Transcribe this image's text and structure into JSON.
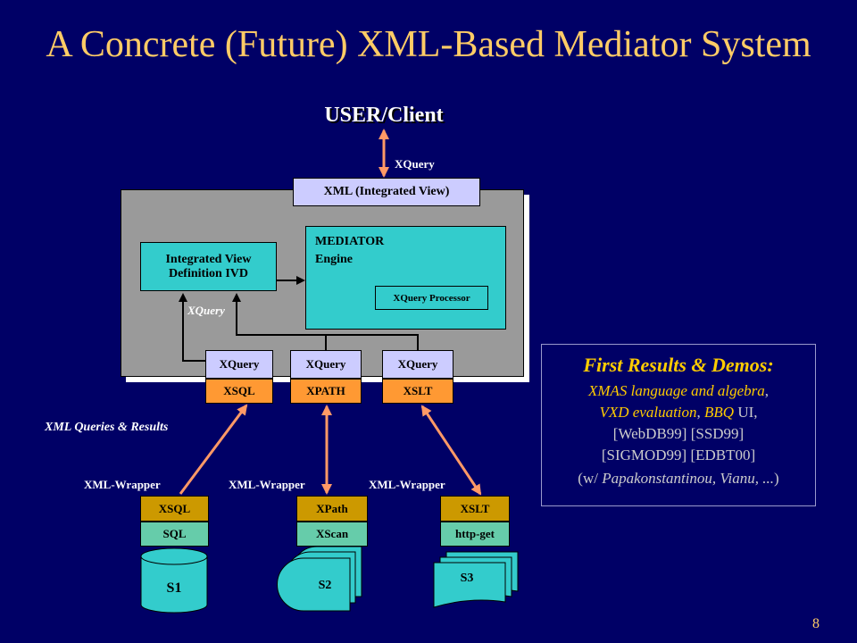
{
  "slide": {
    "title": "A Concrete (Future) XML-Based Mediator System",
    "page_number": "8"
  },
  "top": {
    "user_client": "USER/Client",
    "xquery_label": "XQuery",
    "xml_view": "XML (Integrated View)"
  },
  "mediator": {
    "ivd_line1": "Integrated View",
    "ivd_line2": "Definition IVD",
    "engine_line1": "MEDIATOR",
    "engine_line2": "Engine",
    "processor": "XQuery Processor",
    "xquery_italic": "XQuery",
    "sources": [
      {
        "top": "XQuery",
        "bottom": "XSQL"
      },
      {
        "top": "XQuery",
        "bottom": "XPATH"
      },
      {
        "top": "XQuery",
        "bottom": "XSLT"
      }
    ]
  },
  "links": {
    "queries_results": "XML Queries & Results",
    "wrapper_labels": [
      "XML-Wrapper",
      "XML-Wrapper",
      "XML-Wrapper"
    ]
  },
  "wrappers": [
    {
      "top": "XSQL",
      "bottom": "SQL",
      "source": "S1"
    },
    {
      "top": "XPath",
      "bottom": "XScan",
      "source": "S2"
    },
    {
      "top": "XSLT",
      "bottom": "http-get",
      "source": "S3"
    }
  ],
  "results": {
    "title": "First Results & Demos:",
    "l1_a": "XMAS language and algebra",
    "l1_b": ",",
    "l2_a": "VXD evaluation",
    "l2_b": ", ",
    "l2_c": "BBQ",
    "l2_d": " UI,",
    "l3": "[WebDB99] [SSD99]",
    "l4": "[SIGMOD99] [EDBT00]",
    "l5_a": "(w/ ",
    "l5_b": "Papakonstantinou, Vianu, ...",
    "l5_c": ")"
  },
  "colors": {
    "background": "#000066",
    "title": "#ffcc66",
    "panel": "#9a9a9a",
    "lavender": "#ccccff",
    "orange": "#ff9933",
    "teal": "#33cccc",
    "highlight": "#ffcc00"
  }
}
